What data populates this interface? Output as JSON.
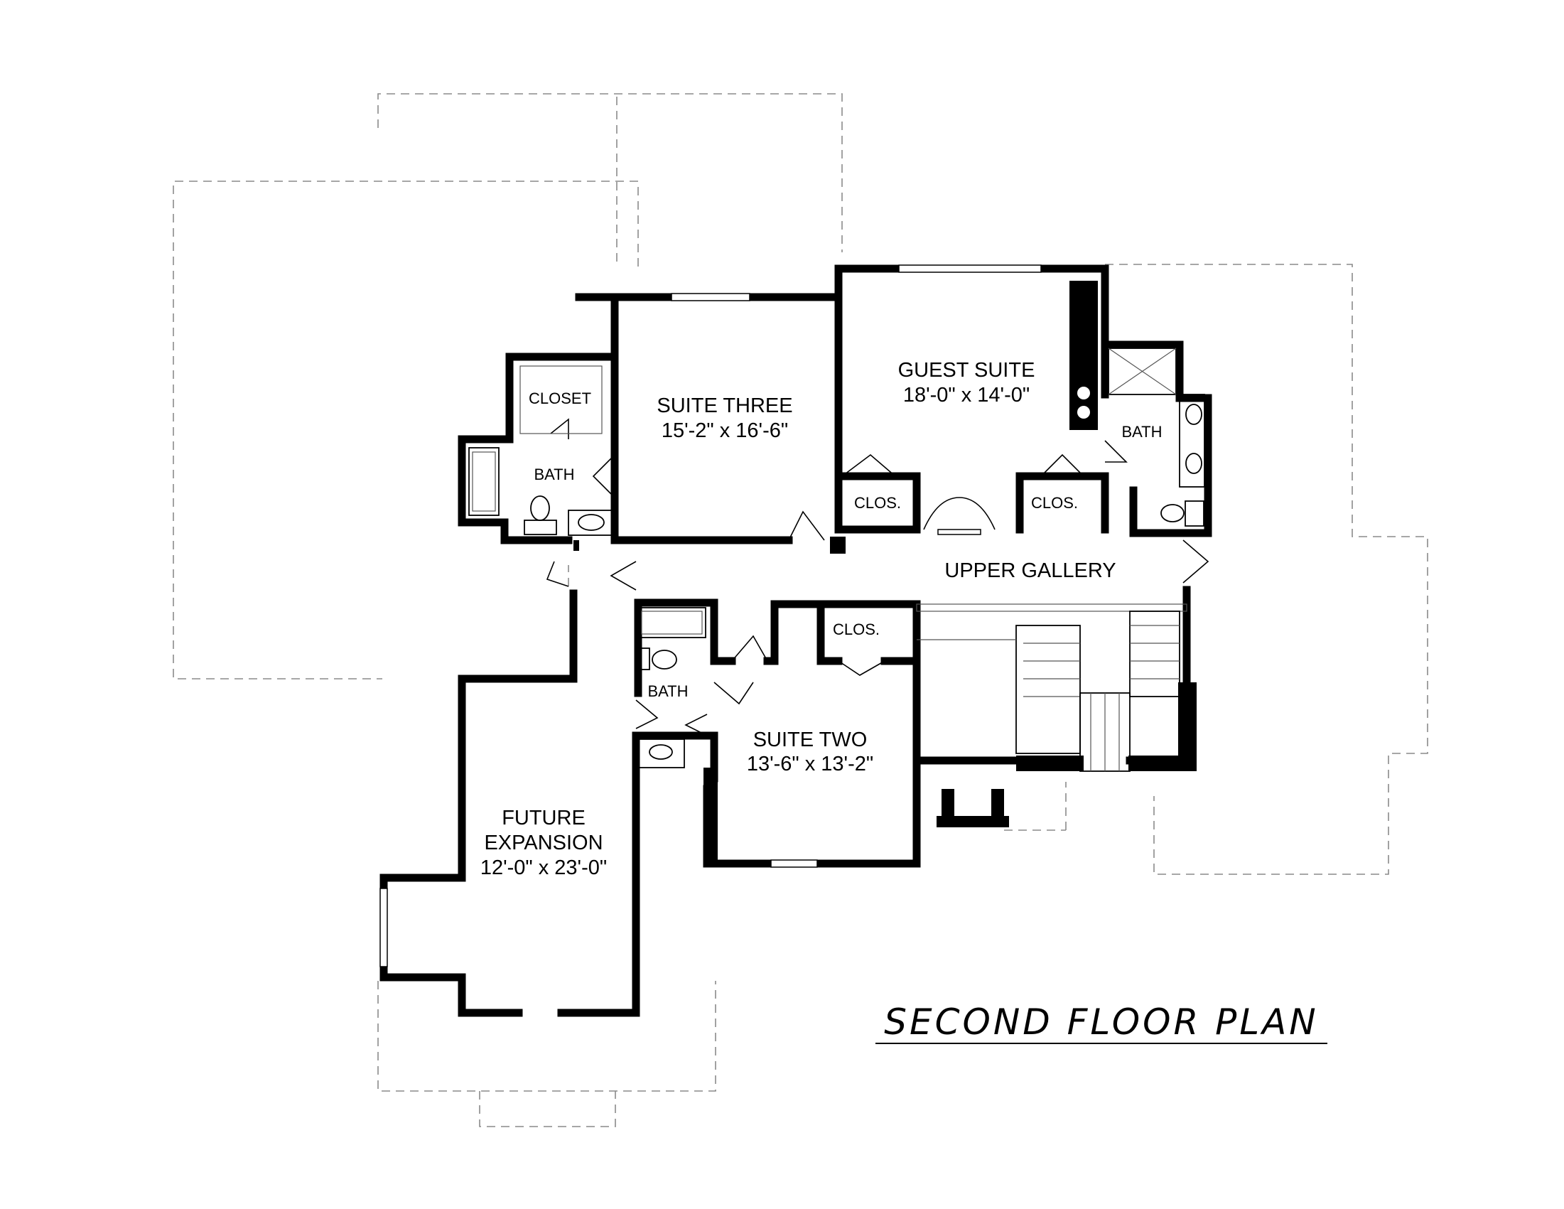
{
  "plan_title": "SECOND FLOOR PLAN",
  "rooms": {
    "suite_three": {
      "name": "SUITE THREE",
      "size": "15'-2\" x 16'-6\""
    },
    "guest_suite": {
      "name": "GUEST SUITE",
      "size": "18'-0\" x 14'-0\""
    },
    "suite_two": {
      "name": "SUITE TWO",
      "size": "13'-6\" x 13'-2\""
    },
    "future_expansion": {
      "name_line1": "FUTURE",
      "name_line2": "EXPANSION",
      "size": "12'-0\" x 23'-0\""
    },
    "upper_gallery": {
      "name": "UPPER GALLERY"
    },
    "closet": {
      "name": "CLOSET"
    },
    "bath_suite_three": {
      "name": "BATH"
    },
    "bath_guest": {
      "name": "BATH"
    },
    "bath_suite_two": {
      "name": "BATH"
    },
    "clos_guest_left": {
      "name": "CLOS."
    },
    "clos_guest_right": {
      "name": "CLOS."
    },
    "clos_suite_two": {
      "name": "CLOS."
    }
  }
}
